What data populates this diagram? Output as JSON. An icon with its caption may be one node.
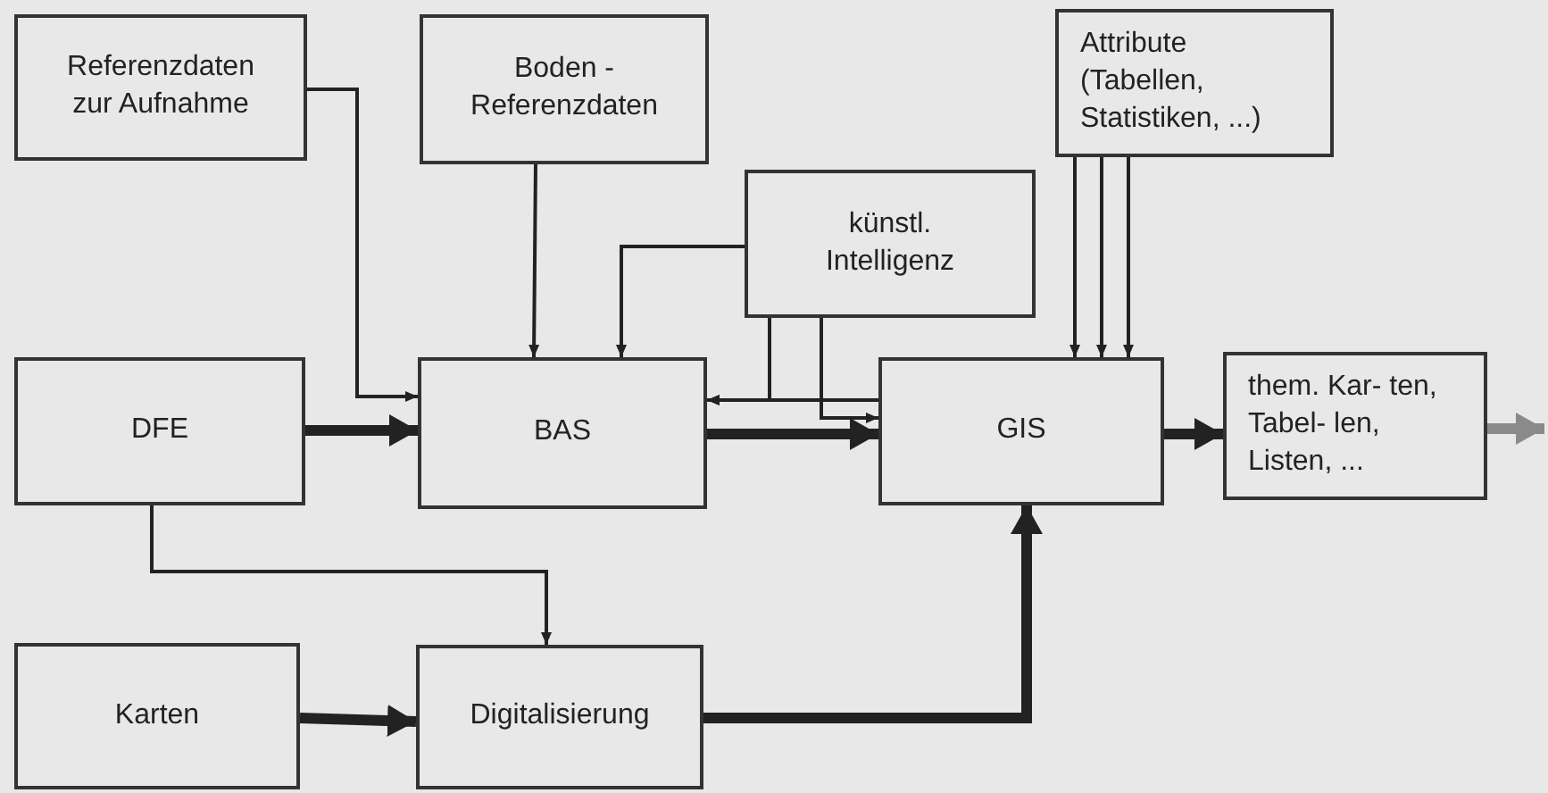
{
  "diagram": {
    "nodes": [
      {
        "text": [
          "Referenzdaten zur Aufnahme"
        ]
      },
      {
        "text": [
          "Boden - Referenzdaten"
        ]
      },
      {
        "text": [
          "Attribute (Tabellen, Statistiken, ...)"
        ]
      },
      {
        "text": [
          "künstl. Intelligenz"
        ]
      },
      {
        "text": [
          "DFE"
        ]
      },
      {
        "text": [
          "BAS"
        ]
      },
      {
        "text": [
          "GIS"
        ]
      },
      {
        "text": [
          "them. Kar- ten, Tabel- len, Listen, ..."
        ]
      },
      {
        "text": [
          "Karten"
        ]
      },
      {
        "text": [
          "Digitalisierung"
        ]
      }
    ],
    "edges": [
      {
        "from": 0,
        "to": 5,
        "arrow": "to"
      },
      {
        "from": 1,
        "to": 5,
        "arrow": "to"
      },
      {
        "from": 3,
        "to": 5,
        "arrow": "to"
      },
      {
        "from": 3,
        "to": 5,
        "arrow": "to"
      },
      {
        "from": 3,
        "to": 6,
        "arrow": "to"
      },
      {
        "from": 6,
        "to": 5,
        "arrow": "to"
      },
      {
        "from": 4,
        "to": 5,
        "arrow": "to",
        "style": "thick"
      },
      {
        "from": 5,
        "to": 6,
        "arrow": "to",
        "style": "thick"
      },
      {
        "from": 2,
        "to": 6,
        "arrow": "to"
      },
      {
        "from": 2,
        "to": 6,
        "arrow": "to"
      },
      {
        "from": 2,
        "to": 6,
        "arrow": "to"
      },
      {
        "from": 6,
        "to": 7,
        "arrow": "to",
        "style": "thick"
      },
      {
        "from": 7,
        "to": null,
        "arrow": "to",
        "style": "thick",
        "color": "#8a8a8a"
      },
      {
        "from": 4,
        "to": 9,
        "arrow": "to"
      },
      {
        "from": 8,
        "to": 9,
        "arrow": "to",
        "style": "thick"
      },
      {
        "from": 9,
        "to": 6,
        "arrow": "to",
        "style": "thick"
      }
    ]
  }
}
